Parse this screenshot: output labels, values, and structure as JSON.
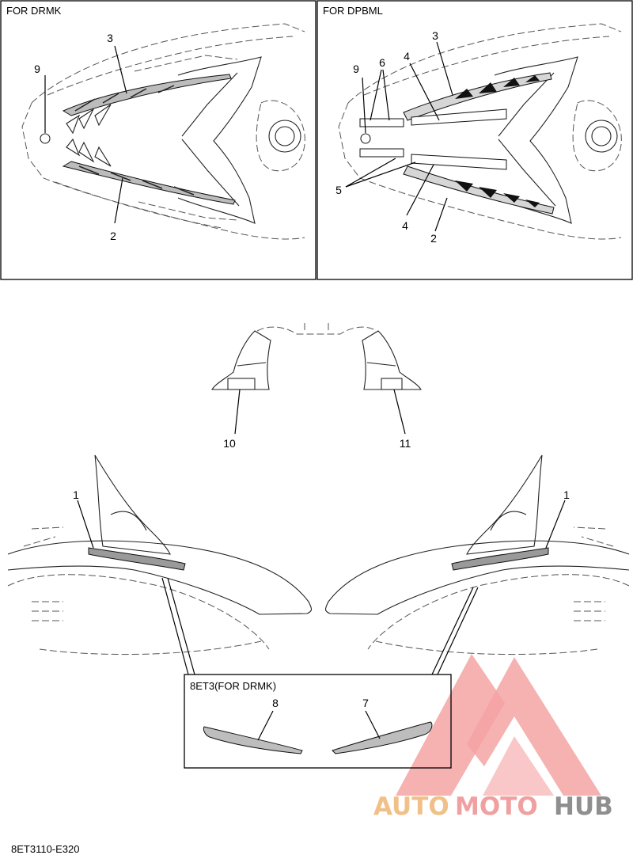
{
  "panels": {
    "left_title": "FOR DRMK",
    "right_title": "FOR DPBML",
    "inset_title": "8ET3(FOR DRMK)"
  },
  "callouts": {
    "p1_9": "9",
    "p1_3": "3",
    "p1_2": "2",
    "p2_9": "9",
    "p2_6": "6",
    "p2_4a": "4",
    "p2_3": "3",
    "p2_5": "5",
    "p2_4b": "4",
    "p2_2": "2",
    "mid_10": "10",
    "mid_11": "11",
    "side_1_left": "1",
    "side_1_right": "1",
    "inset_8": "8",
    "inset_7": "7"
  },
  "diagram_code": "8ET3110-E320",
  "watermark": {
    "part1": "AUTO",
    "part2": "MOTO",
    "part3": "HUB"
  },
  "colors": {
    "watermark_red": "#f08c8c",
    "watermark_orange": "#f1c088",
    "watermark_gray": "#8f8f8f"
  }
}
